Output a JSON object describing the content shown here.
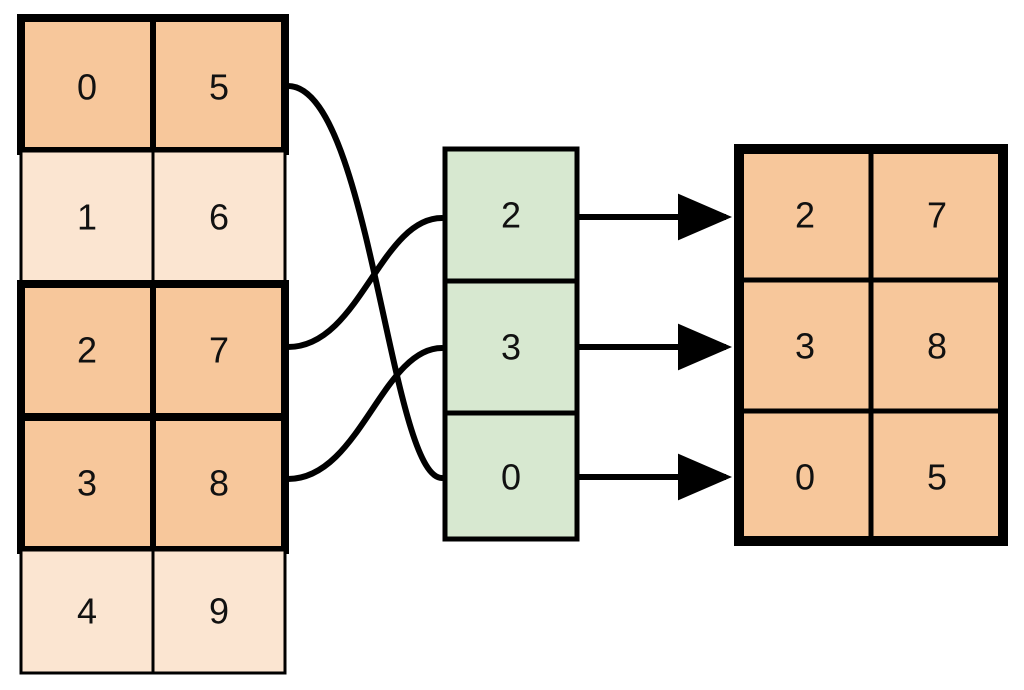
{
  "diagram": {
    "title": "array-row-gather-diagram",
    "colors": {
      "cell_fill_highlight": "#F7C79B",
      "cell_fill_normal": "#FBE5D1",
      "index_fill": "#D7E8D0",
      "stroke": "#000000",
      "text": "#111111",
      "background": "#FFFFFF"
    },
    "source_table": {
      "name": "source-array",
      "columns": 2,
      "rows": [
        {
          "index": 0,
          "cells": [
            "0",
            "5"
          ],
          "highlighted": true
        },
        {
          "index": 1,
          "cells": [
            "1",
            "6"
          ],
          "highlighted": false
        },
        {
          "index": 2,
          "cells": [
            "2",
            "7"
          ],
          "highlighted": true
        },
        {
          "index": 3,
          "cells": [
            "3",
            "8"
          ],
          "highlighted": true
        },
        {
          "index": 4,
          "cells": [
            "4",
            "9"
          ],
          "highlighted": false
        }
      ]
    },
    "index_table": {
      "name": "index-array",
      "columns": 1,
      "rows": [
        {
          "index": 0,
          "cells": [
            "2"
          ]
        },
        {
          "index": 1,
          "cells": [
            "3"
          ]
        },
        {
          "index": 2,
          "cells": [
            "0"
          ]
        }
      ]
    },
    "result_table": {
      "name": "result-array",
      "columns": 2,
      "rows": [
        {
          "index": 0,
          "cells": [
            "2",
            "7"
          ],
          "highlighted": true
        },
        {
          "index": 1,
          "cells": [
            "3",
            "8"
          ],
          "highlighted": true
        },
        {
          "index": 2,
          "cells": [
            "0",
            "5"
          ],
          "highlighted": true
        }
      ]
    },
    "curves": [
      {
        "name": "curve-source-row-0-to-index-2",
        "from_row": 0,
        "to_index_row": 2
      },
      {
        "name": "curve-source-row-2-to-index-0",
        "from_row": 2,
        "to_index_row": 0
      },
      {
        "name": "curve-source-row-3-to-index-1",
        "from_row": 3,
        "to_index_row": 1
      }
    ],
    "arrows": [
      {
        "name": "arrow-index-0-to-result-0",
        "from_index_row": 0,
        "to_result_row": 0
      },
      {
        "name": "arrow-index-1-to-result-1",
        "from_index_row": 1,
        "to_result_row": 1
      },
      {
        "name": "arrow-index-2-to-result-2",
        "from_index_row": 2,
        "to_result_row": 2
      }
    ]
  }
}
